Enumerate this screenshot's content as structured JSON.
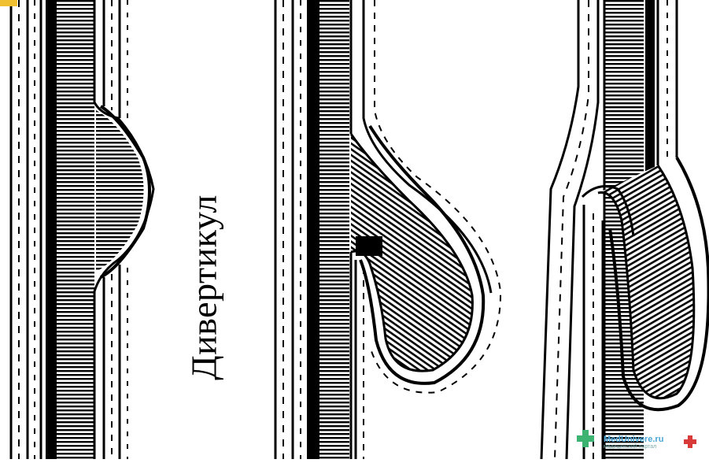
{
  "caption": "Дивертикул",
  "watermark": {
    "brand": "MedUnivere.ru",
    "subtitle": "медицинский портал"
  },
  "colors": {
    "ink": "#000000",
    "paper": "#ffffff",
    "watermark_green": "#3cb371",
    "watermark_red": "#d83a3a"
  }
}
